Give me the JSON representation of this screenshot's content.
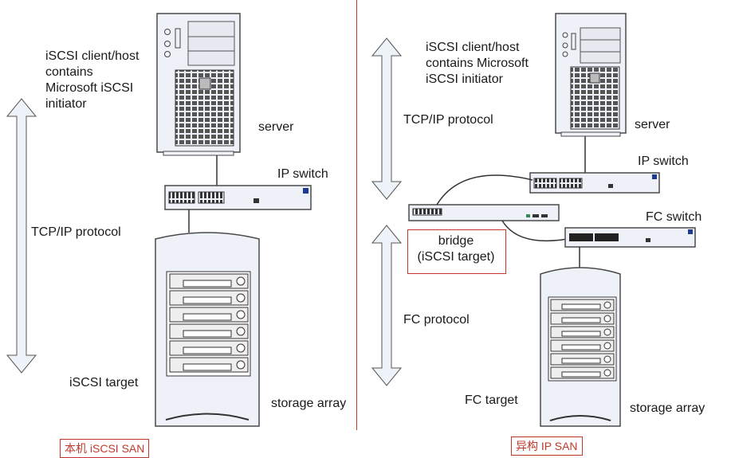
{
  "left": {
    "client_label": "iSCSI client/host\ncontains\nMicrosoft iSCSI\ninitiator",
    "server_label": "server",
    "switch_label": "IP switch",
    "protocol_label": "TCP/IP protocol",
    "target_label": "iSCSI target",
    "storage_label": "storage array",
    "caption": "本机 iSCSI SAN"
  },
  "right": {
    "client_label": "iSCSI client/host\ncontains Microsoft\niSCSI initiator",
    "server_label": "server",
    "tcp_label": "TCP/IP protocol",
    "ip_switch_label": "IP switch",
    "fc_switch_label": "FC switch",
    "bridge_label": "bridge\n(iSCSI target)",
    "fc_protocol_label": "FC protocol",
    "fc_target_label": "FC target",
    "storage_label": "storage array",
    "caption": "异构 IP SAN"
  },
  "colors": {
    "accent": "#c0392b",
    "device_fill": "#eef1f7",
    "device_stroke": "#4a4a4a",
    "arrow_fill": "#eef3f9"
  }
}
